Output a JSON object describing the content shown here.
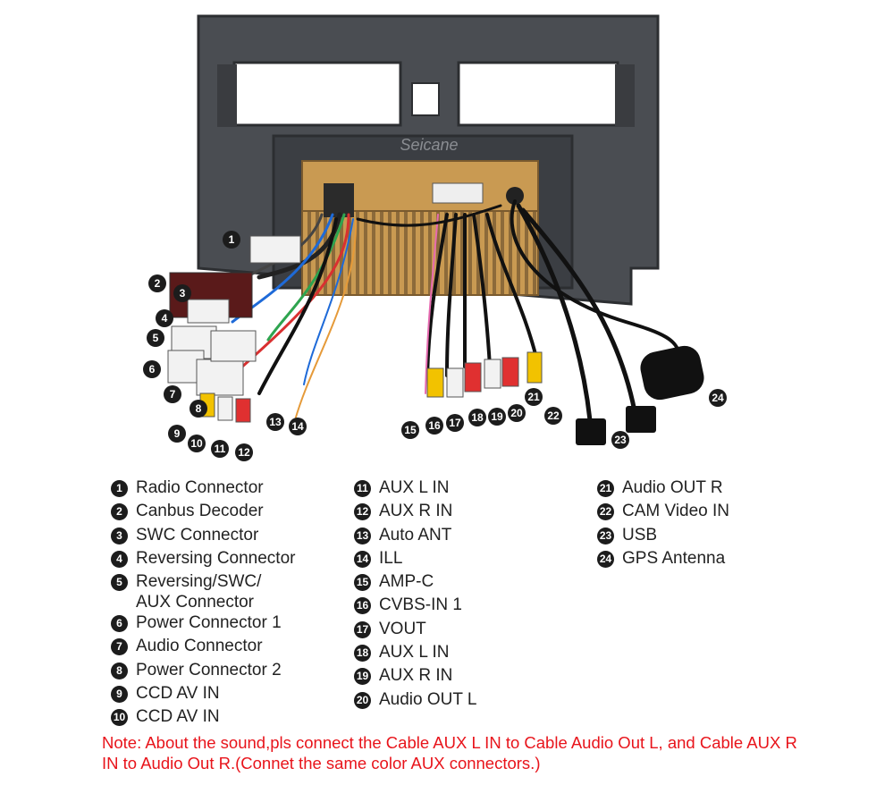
{
  "watermark": "Seicane",
  "legend": {
    "column1": [
      {
        "num": "1",
        "label": "Radio Connector"
      },
      {
        "num": "2",
        "label": "Canbus Decoder"
      },
      {
        "num": "3",
        "label": "SWC Connector"
      },
      {
        "num": "4",
        "label": "Reversing Connector"
      },
      {
        "num": "5",
        "label": "Reversing/SWC/ AUX Connector"
      },
      {
        "num": "6",
        "label": "Power Connector 1"
      },
      {
        "num": "7",
        "label": "Audio Connector"
      },
      {
        "num": "8",
        "label": "Power Connector 2"
      },
      {
        "num": "9",
        "label": "CCD AV IN"
      },
      {
        "num": "10",
        "label": "CCD AV IN"
      }
    ],
    "column2": [
      {
        "num": "11",
        "label": "AUX L IN"
      },
      {
        "num": "12",
        "label": "AUX R IN"
      },
      {
        "num": "13",
        "label": "Auto ANT"
      },
      {
        "num": "14",
        "label": "ILL"
      },
      {
        "num": "15",
        "label": "AMP-C"
      },
      {
        "num": "16",
        "label": "CVBS-IN 1"
      },
      {
        "num": "17",
        "label": "VOUT"
      },
      {
        "num": "18",
        "label": "AUX L IN"
      },
      {
        "num": "19",
        "label": "AUX R IN"
      },
      {
        "num": "20",
        "label": "Audio OUT L"
      }
    ],
    "column3": [
      {
        "num": "21",
        "label": "Audio OUT R"
      },
      {
        "num": "22",
        "label": "CAM Video IN"
      },
      {
        "num": "23",
        "label": "USB"
      },
      {
        "num": "24",
        "label": "GPS Antenna"
      }
    ]
  },
  "note": "Note: About the sound,pls connect the Cable AUX L IN to Cable Audio Out L, and Cable AUX R IN to  Audio Out R.(Connet the same color AUX connectors.)",
  "colors": {
    "frame": "#4a4d52",
    "chassis": "#c99a52",
    "note_red": "#e8141b",
    "badge": "#1c1c1c"
  },
  "icons": [
    "dash-frame-illustration",
    "head-unit-chassis",
    "rca-plug-icon",
    "usb-plug-icon",
    "gps-antenna-icon"
  ]
}
